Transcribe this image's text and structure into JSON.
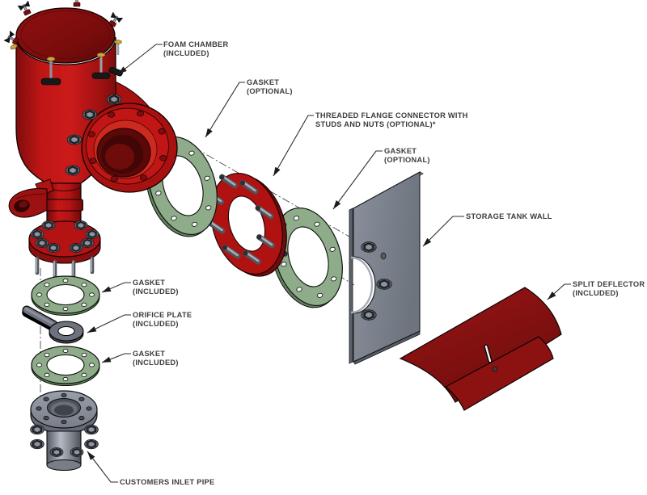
{
  "diagram": {
    "type": "exploded-assembly-technical-diagram",
    "background": "#ffffff",
    "callouts": {
      "foam_chamber": {
        "line1": "FOAM CHAMBER",
        "line2": "(INCLUDED)"
      },
      "gasket_optional_1": {
        "line1": "GASKET",
        "line2": "(OPTIONAL)"
      },
      "flange_connector": {
        "line1": "THREADED FLANGE CONNECTOR WITH",
        "line2": "STUDS AND NUTS (OPTIONAL)*"
      },
      "gasket_optional_2": {
        "line1": "GASKET",
        "line2": "(OPTIONAL)"
      },
      "storage_tank_wall": {
        "line1": "STORAGE TANK WALL",
        "line2": ""
      },
      "split_deflector": {
        "line1": "SPLIT DEFLECTOR",
        "line2": "(INCLUDED)"
      },
      "gasket_included_1": {
        "line1": "GASKET",
        "line2": "(INCLUDED)"
      },
      "orifice_plate": {
        "line1": "ORIFICE PLATE",
        "line2": "(INCLUDED)"
      },
      "gasket_included_2": {
        "line1": "GASKET",
        "line2": "(INCLUDED)"
      },
      "customers_inlet_pipe": {
        "line1": "CUSTOMERS INLET PIPE",
        "line2": ""
      }
    },
    "colors": {
      "part_red": "#c41616",
      "part_dark_red": "#8c1212",
      "gasket_green": "#8fac8a",
      "steel_gray": "#7d838e",
      "line_black": "#1c1c1c",
      "text_gray": "#3d3d3d"
    }
  }
}
